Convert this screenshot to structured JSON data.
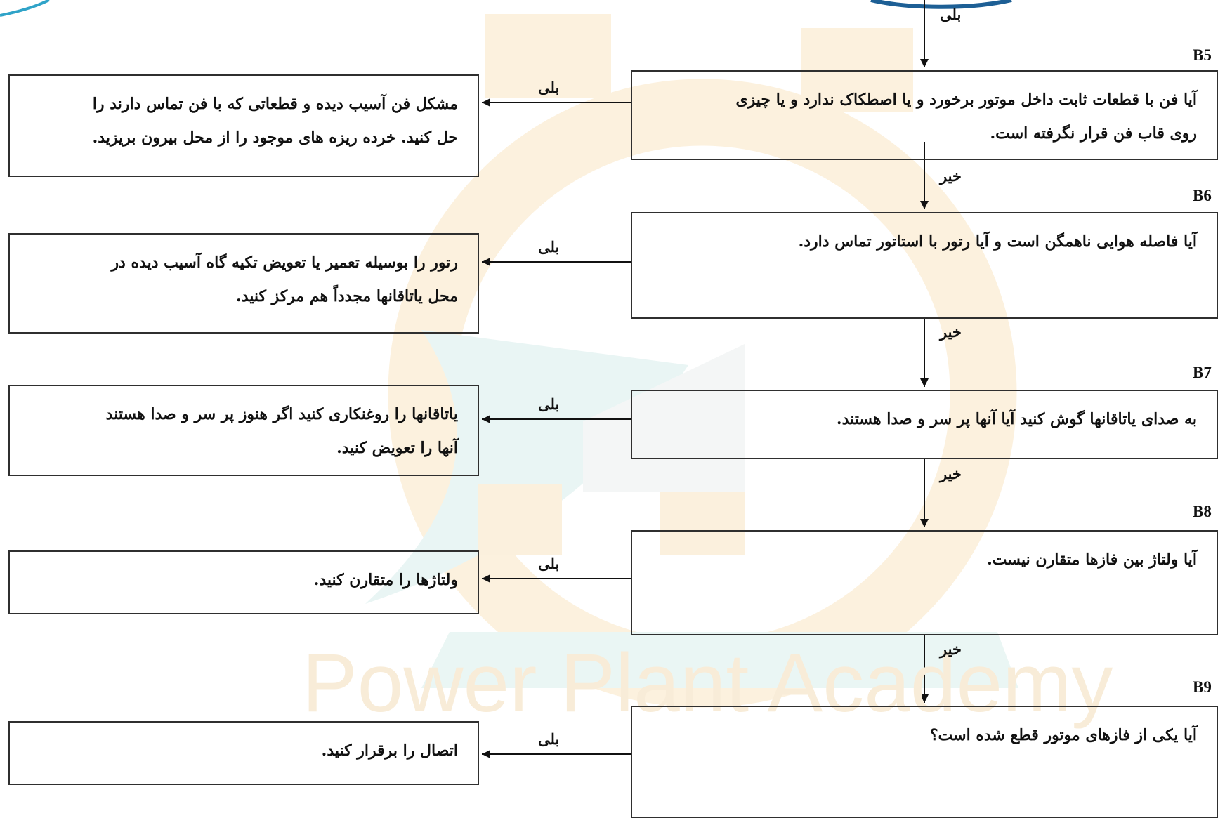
{
  "watermark": {
    "text": "Power Plant Academy"
  },
  "top_edge_label": "بلی",
  "steps": [
    {
      "id": "B5",
      "question": [
        "آیا فن با قطعات ثابت داخل موتور برخورد و یا اصطکاک ندارد و یا چیزی",
        "روی قاب فن قرار نگرفته است."
      ],
      "yes_label": "بلی",
      "action": [
        "مشکل فن آسیب دیده و قطعاتی که با فن تماس دارند را",
        "حل کنید. خرده ریزه های موجود را از محل بیرون بریزید."
      ],
      "no_label": "خیر"
    },
    {
      "id": "B6",
      "question": [
        "آیا فاصله هوایی ناهمگن است و آیا رتور با استاتور تماس دارد."
      ],
      "yes_label": "بلی",
      "action": [
        "رتور را بوسیله تعمیر یا تعویض تکیه گاه آسیب دیده در",
        "محل یاتاقانها مجدداً هم مرکز کنید."
      ],
      "no_label": "خیر"
    },
    {
      "id": "B7",
      "question": [
        "به صدای یاتاقانها گوش کنید آیا آنها پر سر و صدا هستند."
      ],
      "yes_label": "بلی",
      "action": [
        "یاتاقانها را روغنکاری کنید اگر هنوز پر سر و صدا هستند",
        "آنها را تعویض کنید."
      ],
      "no_label": "خیر"
    },
    {
      "id": "B8",
      "question": [
        "آیا ولتاژ بین فازها متقارن نیست."
      ],
      "yes_label": "بلی",
      "action": [
        "ولتاژها را متقارن کنید."
      ],
      "no_label": "خیر"
    },
    {
      "id": "B9",
      "question": [
        "آیا یکی از فازهای موتور قطع شده است؟"
      ],
      "yes_label": "بلی",
      "action": [
        "اتصال را برقرار کنید."
      ]
    }
  ]
}
